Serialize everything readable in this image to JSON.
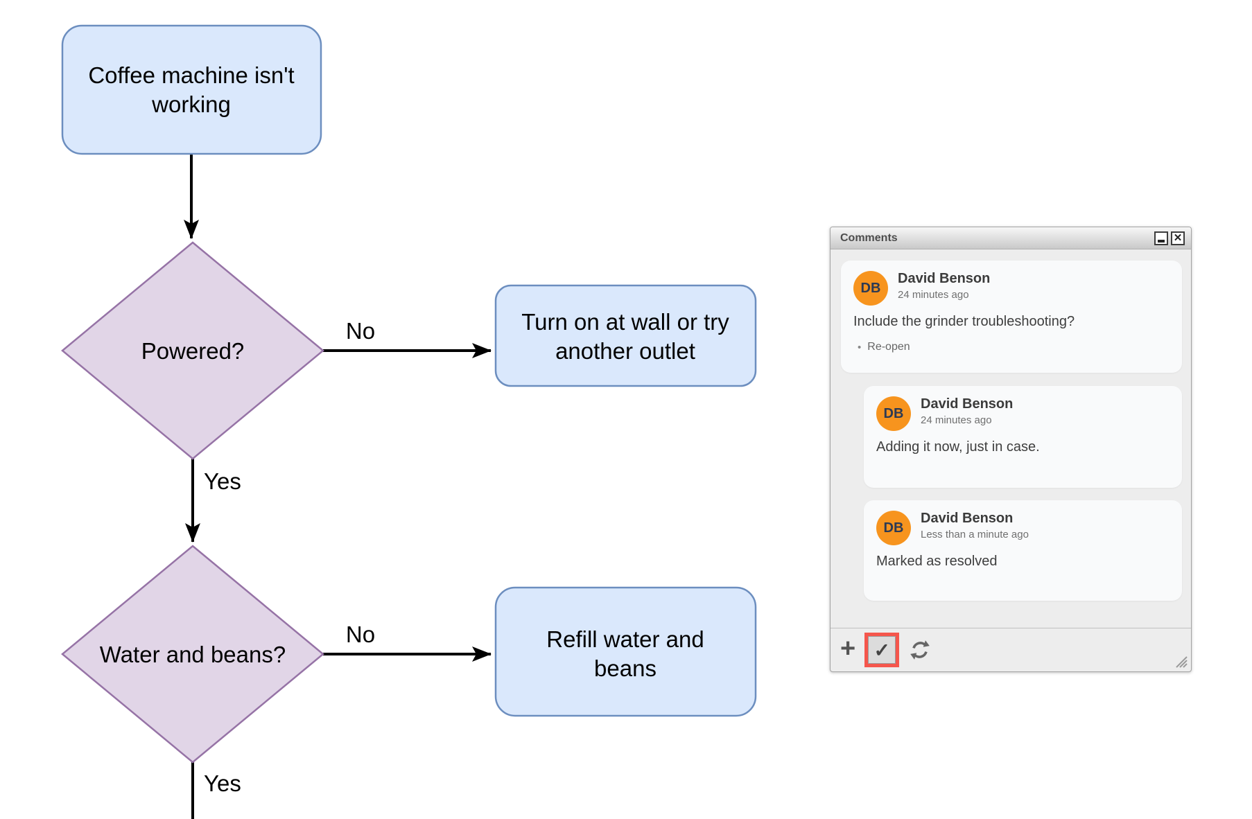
{
  "flowchart": {
    "nodes": {
      "start": {
        "line1": "Coffee machine isn't",
        "line2": "working"
      },
      "powered": {
        "label": "Powered?"
      },
      "wall_outlet": {
        "line1": "Turn on at wall or try",
        "line2": "another outlet"
      },
      "water_beans": {
        "label": "Water and beans?"
      },
      "refill": {
        "line1": "Refill water and",
        "line2": "beans"
      }
    },
    "edge_labels": {
      "powered_no": "No",
      "powered_yes": "Yes",
      "water_no": "No",
      "water_yes": "Yes"
    },
    "colors": {
      "process_fill": "#dae8fc",
      "process_stroke": "#6c8ebf",
      "decision_fill": "#e1d5e7",
      "decision_stroke": "#9673a6",
      "arrow": "#000000"
    }
  },
  "comments_panel": {
    "title": "Comments",
    "close_glyph": "✕",
    "bullet": "•",
    "comments": [
      {
        "initials": "DB",
        "author": "David Benson",
        "time": "24 minutes ago",
        "text": "Include the grinder troubleshooting?",
        "action": "Re-open"
      },
      {
        "initials": "DB",
        "author": "David Benson",
        "time": "24 minutes ago",
        "text": "Adding it now, just in case."
      },
      {
        "initials": "DB",
        "author": "David Benson",
        "time": "Less than a minute ago",
        "text": "Marked as resolved"
      }
    ],
    "toolbar": {
      "add_glyph": "+",
      "resolve_glyph": "✓"
    },
    "colors": {
      "avatar_bg": "#f7941e",
      "avatar_text": "#2c3a54",
      "highlight_red": "#f5564c",
      "panel_bg": "#ededed",
      "card_bg": "#f9fafb"
    }
  }
}
